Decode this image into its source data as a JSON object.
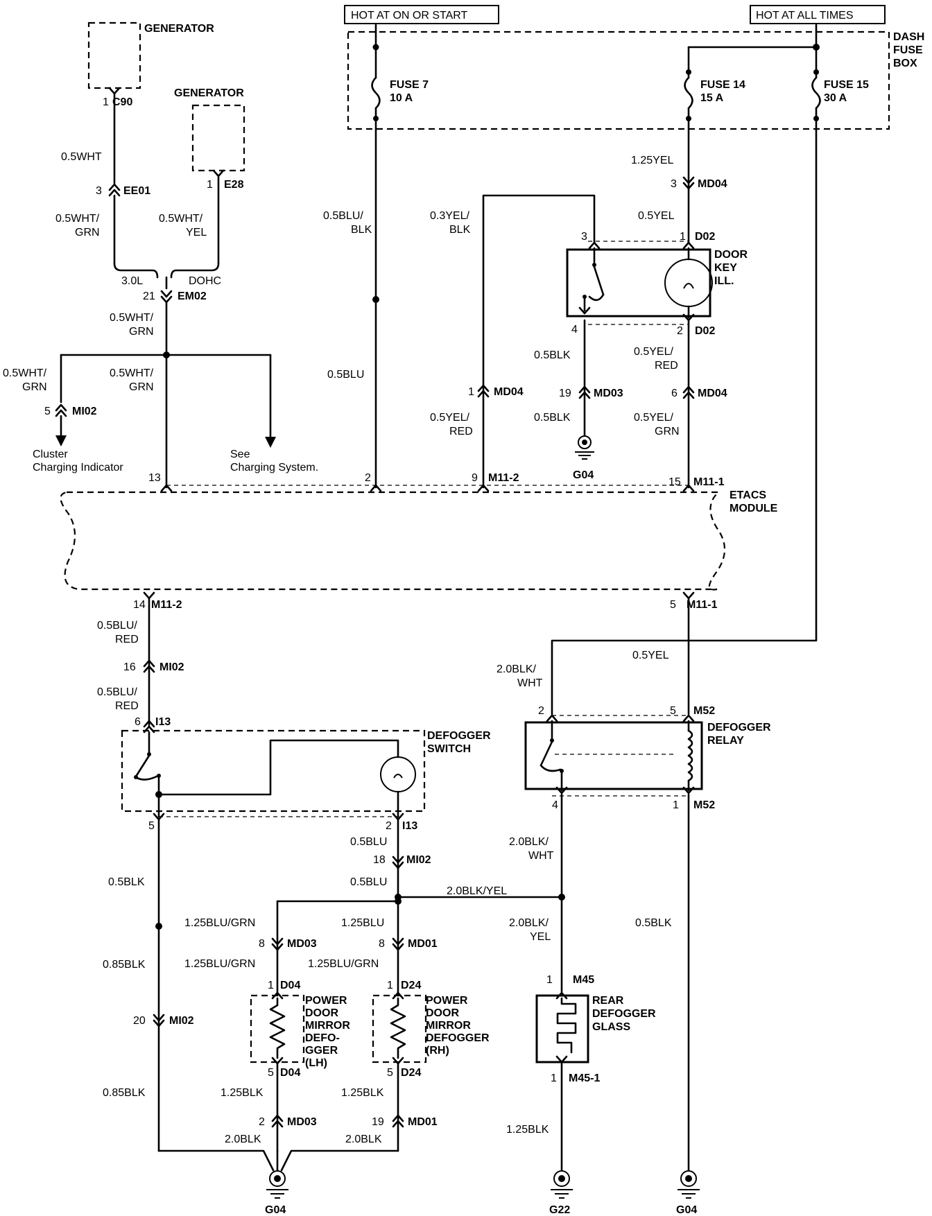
{
  "headers": {
    "hot_on_start": "HOT AT ON OR START",
    "hot_all_times": "HOT AT ALL TIMES"
  },
  "components": {
    "generator_1": "GENERATOR",
    "generator_2": "GENERATOR",
    "dash_fuse_box": [
      "DASH",
      "FUSE",
      "BOX"
    ],
    "fuse7": [
      "FUSE 7",
      "10 A"
    ],
    "fuse14": [
      "FUSE 14",
      "15 A"
    ],
    "fuse15": [
      "FUSE 15",
      "30 A"
    ],
    "door_key_ill": [
      "DOOR",
      "KEY",
      "ILL."
    ],
    "etacs": [
      "ETACS",
      "MODULE"
    ],
    "defogger_switch": [
      "DEFOGGER",
      "SWITCH"
    ],
    "defogger_relay": [
      "DEFOGGER",
      "RELAY"
    ],
    "mirror_lh": [
      "POWER",
      "DOOR",
      "MIRROR",
      "DEFO-",
      "GGER",
      "(LH)"
    ],
    "mirror_rh": [
      "POWER",
      "DOOR",
      "MIRROR",
      "DEFOGGER",
      "(RH)"
    ],
    "rear_glass": [
      "REAR",
      "DEFOGGER",
      "GLASS"
    ],
    "cluster": [
      "Cluster",
      "Charging Indicator"
    ],
    "see_charging": [
      "See",
      "Charging System."
    ],
    "engine_3_0l": "3.0L",
    "engine_dohc": "DOHC"
  },
  "connectors": {
    "c90": "C90",
    "ee01": "EE01",
    "e28": "E28",
    "em02": "EM02",
    "mi02_a": "MI02",
    "md04_a": "MD04",
    "d02_a": "D02",
    "d02_b": "D02",
    "md04_b": "MD04",
    "md03_a": "MD03",
    "md04_c": "MD04",
    "m11_2_a": "M11-2",
    "m11_1_a": "M11-1",
    "m11_2_b": "M11-2",
    "m11_1_b": "M11-1",
    "mi02_b": "MI02",
    "i13_a": "I13",
    "m52_a": "M52",
    "m52_b": "M52",
    "i13_b": "I13",
    "mi02_c": "MI02",
    "md03_b": "MD03",
    "md01_a": "MD01",
    "d04_a": "D04",
    "d24_a": "D24",
    "m45": "M45",
    "d04_b": "D04",
    "d24_b": "D24",
    "m45_1": "M45-1",
    "md03_c": "MD03",
    "md01_b": "MD01",
    "mi02_d": "MI02"
  },
  "pins": {
    "p1_c90": "1",
    "p3_ee01": "3",
    "p1_e28": "1",
    "p21": "21",
    "p5_mi02": "5",
    "p3_md04": "3",
    "p1_d02": "1",
    "p3_sw": "3",
    "p4_sw": "4",
    "p2_d02": "2",
    "p1_md04": "1",
    "p19_md03": "19",
    "p6_md04": "6",
    "p13": "13",
    "p2": "2",
    "p9": "9",
    "p15": "15",
    "p14": "14",
    "p5_m111": "5",
    "p16": "16",
    "p6_i13": "6",
    "p2_relay": "2",
    "p5_relay": "5",
    "p4_relay": "4",
    "p1_relay": "1",
    "p5_sw": "5",
    "p2_i13": "2",
    "p18": "18",
    "p8_md03": "8",
    "p8_md01": "8",
    "p1_d04": "1",
    "p1_d24": "1",
    "p1_m45": "1",
    "p20": "20",
    "p5_d04": "5",
    "p5_d24": "5",
    "p1_m451": "1",
    "p2_md03": "2",
    "p19_md01": "19"
  },
  "wires": {
    "w_05wht": "0.5WHT",
    "w_05wht_grn_a": [
      "0.5WHT/",
      "GRN"
    ],
    "w_05wht_yel": [
      "0.5WHT/",
      "YEL"
    ],
    "w_05wht_grn_b": [
      "0.5WHT/",
      "GRN"
    ],
    "w_05wht_grn_c": [
      "0.5WHT/",
      "GRN"
    ],
    "w_05wht_grn_d": [
      "0.5WHT/",
      "GRN"
    ],
    "w_05blu_blk": [
      "0.5BLU/",
      "BLK"
    ],
    "w_05blu": "0.5BLU",
    "w_03yel_blk": [
      "0.3YEL/",
      "BLK"
    ],
    "w_125yel": "1.25YEL",
    "w_05yel_a": "0.5YEL",
    "w_05blk_a": "0.5BLK",
    "w_05yel_red_a": [
      "0.5YEL/",
      "RED"
    ],
    "w_05yel_red_b": [
      "0.5YEL/",
      "RED"
    ],
    "w_05blk_b": "0.5BLK",
    "w_05yel_grn": [
      "0.5YEL/",
      "GRN"
    ],
    "w_05blu_red_a": [
      "0.5BLU/",
      "RED"
    ],
    "w_05blu_red_b": [
      "0.5BLU/",
      "RED"
    ],
    "w_05yel_b": "0.5YEL",
    "w_20blk_wht_a": [
      "2.0BLK/",
      "WHT"
    ],
    "w_05blu_b": "0.5BLU",
    "w_05blu_c": "0.5BLU",
    "w_20blk_wht_b": [
      "2.0BLK/",
      "WHT"
    ],
    "w_05blk_c": "0.5BLK",
    "w_20blk_yel_a": "2.0BLK/YEL",
    "w_125blu_grn_a": "1.25BLU/GRN",
    "w_125blu": "1.25BLU",
    "w_20blk_yel_b": [
      "2.0BLK/",
      "YEL"
    ],
    "w_05blk_d": "0.5BLK",
    "w_085blk_a": "0.85BLK",
    "w_125blu_grn_b": "1.25BLU/GRN",
    "w_125blu_grn_c": "1.25BLU/GRN",
    "w_085blk_b": "0.85BLK",
    "w_125blk_a": "1.25BLK",
    "w_125blk_b": "1.25BLK",
    "w_20blk_a": "2.0BLK",
    "w_20blk_b": "2.0BLK",
    "w_125blk_c": "1.25BLK"
  },
  "grounds": {
    "g04_a": "G04",
    "g22": "G22",
    "g04_b": "G04",
    "g04_c": "G04"
  }
}
